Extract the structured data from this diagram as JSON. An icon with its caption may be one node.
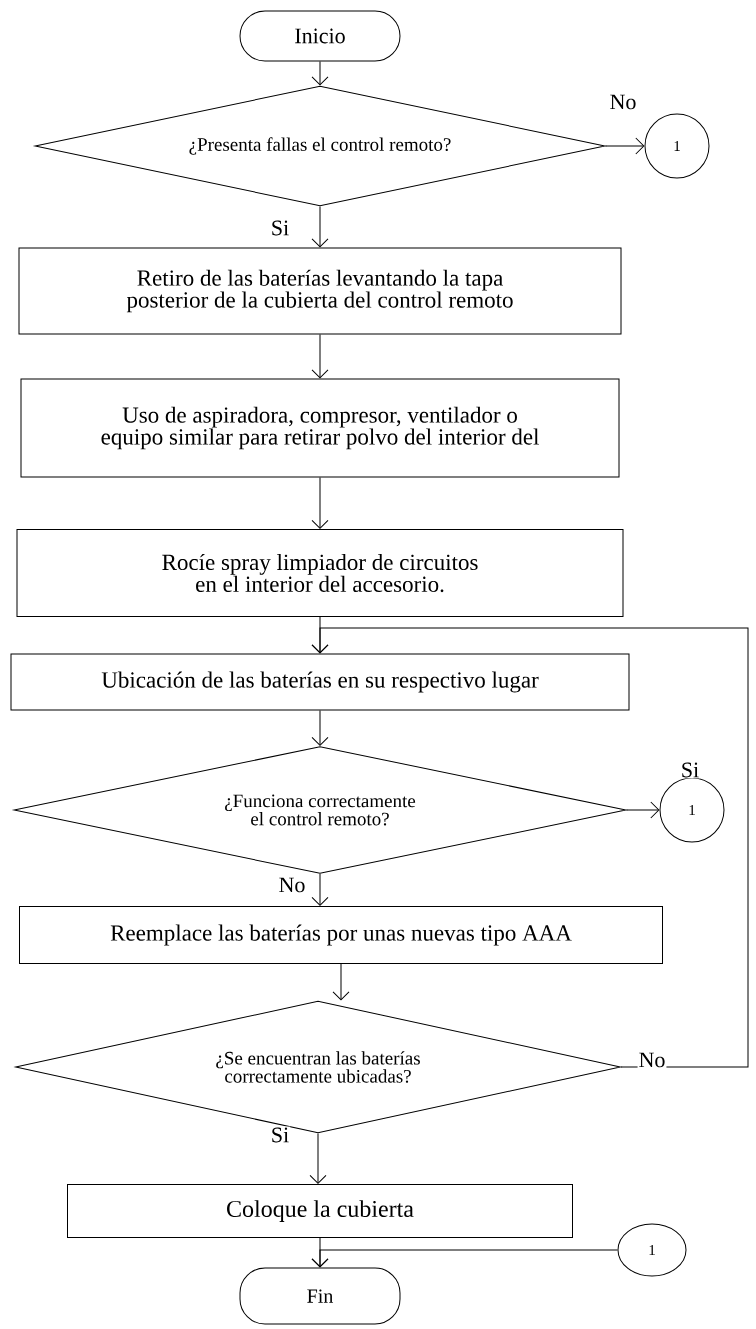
{
  "diagram": {
    "nodes": [
      {
        "text": [
          "Inicio"
        ]
      },
      {
        "text": [
          "¿Presenta fallas el control remoto?"
        ]
      },
      {
        "text": [
          "1"
        ]
      },
      {
        "text": [
          "Retiro de las baterías levantando la tapa posterior de la cubierta del control remoto"
        ]
      },
      {
        "text": [
          "Uso de aspiradora, compresor, ventilador o equipo similar para retirar polvo del interior del"
        ]
      },
      {
        "text": [
          "Rocíe spray limpiador de circuitos en el interior del accesorio."
        ]
      },
      {
        "text": [
          "Ubicación de las baterías en su respectivo lugar"
        ]
      },
      {
        "text": [
          "¿Funciona correctamente el control remoto?"
        ]
      },
      {
        "text": [
          "1"
        ]
      },
      {
        "text": [
          "Reemplace las baterías por unas nuevas tipo AAA"
        ]
      },
      {
        "text": [
          "¿Se encuentran las baterías correctamente ubicadas?"
        ]
      },
      {
        "text": [
          "Coloque la cubierta"
        ]
      },
      {
        "text": [
          "1"
        ]
      },
      {
        "text": [
          "Fin"
        ]
      }
    ],
    "edges": [
      {
        "from": 0,
        "to": 1,
        "arrow": "to"
      },
      {
        "from": 1,
        "to": 2,
        "arrow": "to",
        "label": "No"
      },
      {
        "from": 1,
        "to": 3,
        "arrow": "to",
        "label": "Si"
      },
      {
        "from": 3,
        "to": 4,
        "arrow": "to"
      },
      {
        "from": 4,
        "to": 5,
        "arrow": "to"
      },
      {
        "from": 5,
        "to": 6,
        "arrow": "to"
      },
      {
        "from": 6,
        "to": 7,
        "arrow": "to"
      },
      {
        "from": 7,
        "to": 8,
        "arrow": "to",
        "label": "Si"
      },
      {
        "from": 7,
        "to": 9,
        "arrow": "to",
        "label": "No"
      },
      {
        "from": 9,
        "to": 10,
        "arrow": "to"
      },
      {
        "from": 10,
        "to": 6,
        "arrow": "to",
        "label": "No"
      },
      {
        "from": 10,
        "to": 11,
        "arrow": "to",
        "label": "Si"
      },
      {
        "from": 11,
        "to": 13,
        "arrow": "to"
      },
      {
        "from": 12,
        "to": 13,
        "arrow": "to"
      }
    ]
  }
}
